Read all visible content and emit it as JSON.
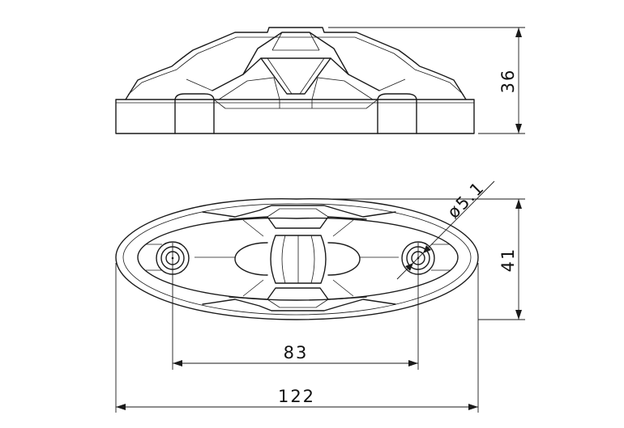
{
  "drawing": {
    "type": "technical drawing",
    "views": [
      "side-view",
      "top-view"
    ],
    "dimensions": {
      "height": "36",
      "width": "41",
      "hole_diameter": "ø5.1",
      "hole_spacing": "83",
      "overall_length": "122"
    },
    "line_color": "#1a1a1a",
    "background_color": "#ffffff"
  }
}
